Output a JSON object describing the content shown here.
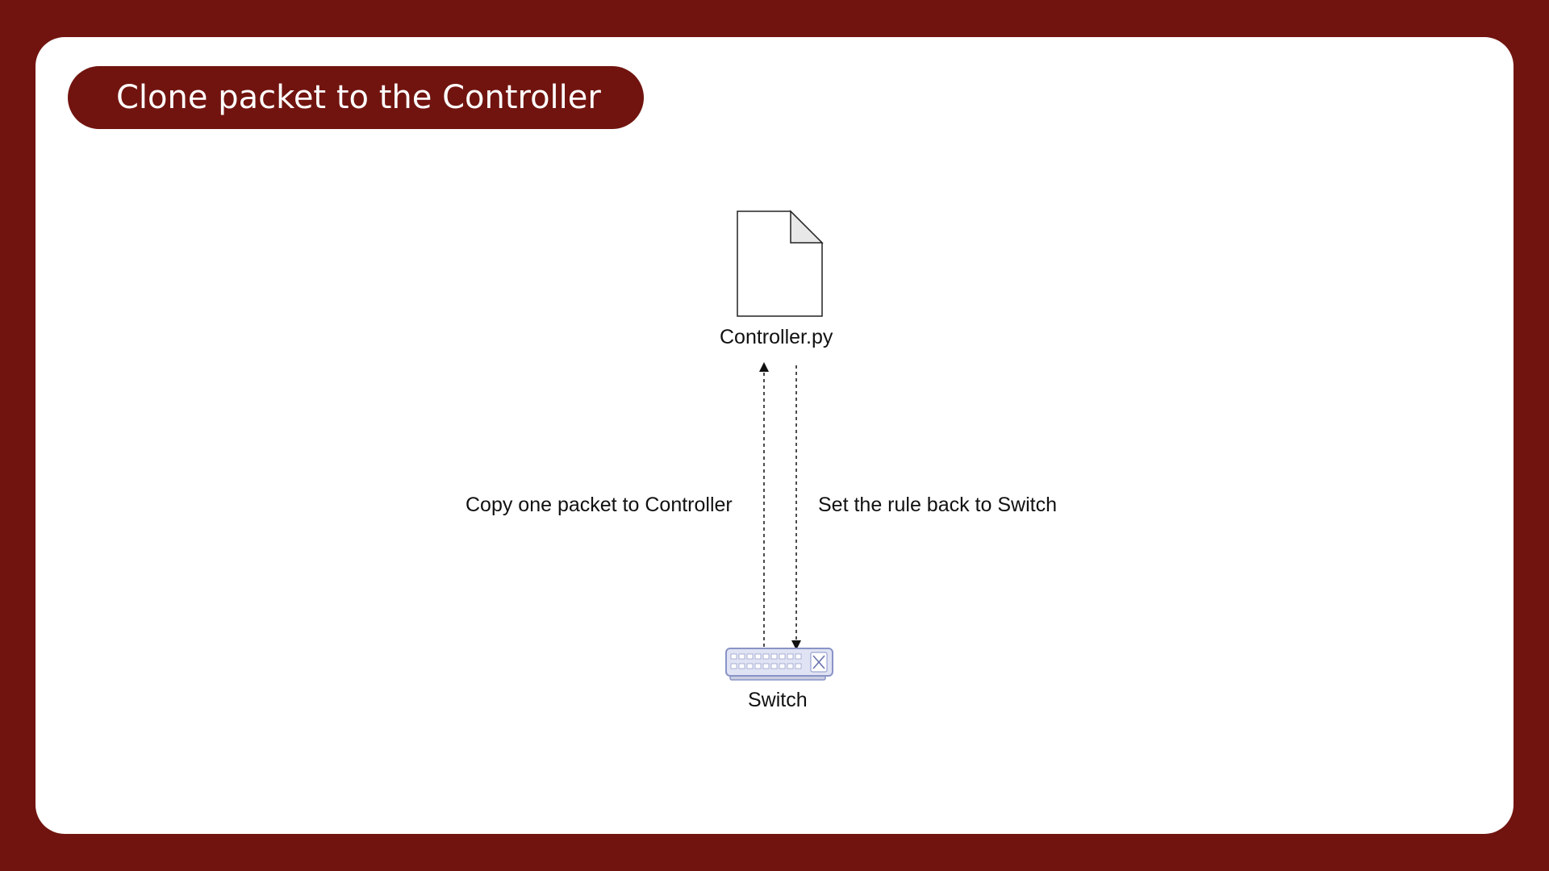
{
  "slide": {
    "title": "Clone packet to the Controller"
  },
  "diagram": {
    "controller_label": "Controller.py",
    "switch_label": "Switch",
    "edge_up_label": "Copy one packet to Controller",
    "edge_down_label": "Set the rule back to Switch"
  },
  "colors": {
    "frame": "#71140f",
    "card": "#ffffff",
    "switch_body": "#dfe3f3",
    "switch_outline": "#8a93c7"
  },
  "icons": {
    "controller": "document-icon",
    "switch": "network-switch-icon"
  }
}
